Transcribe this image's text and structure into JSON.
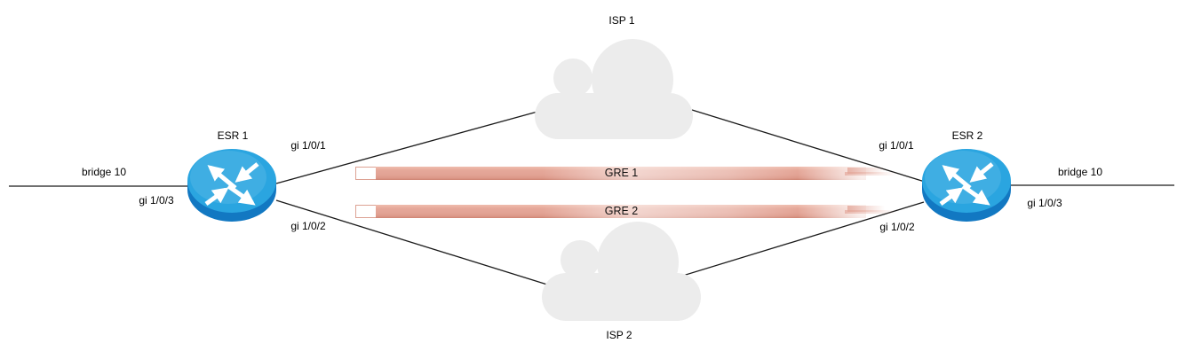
{
  "diagram": {
    "routers": [
      {
        "name": "ESR 1"
      },
      {
        "name": "ESR 2"
      }
    ],
    "clouds": [
      {
        "name": "ISP 1"
      },
      {
        "name": "ISP 2"
      }
    ],
    "tunnels": [
      {
        "name": "GRE 1"
      },
      {
        "name": "GRE 2"
      }
    ],
    "labels": {
      "esr1_bridge": "bridge 10",
      "esr1_gi1": "gi 1/0/1",
      "esr1_gi2": "gi 1/0/2",
      "esr1_gi3": "gi 1/0/3",
      "esr2_bridge": "bridge 10",
      "esr2_gi1": "gi 1/0/1",
      "esr2_gi2": "gi 1/0/2",
      "esr2_gi3": "gi 1/0/3"
    },
    "colors": {
      "background": "#ffffff",
      "router_top": "#2aa5e0",
      "router_body": "#1278c2",
      "cloud": "#ececec",
      "tunnel": "#e2a294",
      "line": "#1a1a1a"
    }
  }
}
